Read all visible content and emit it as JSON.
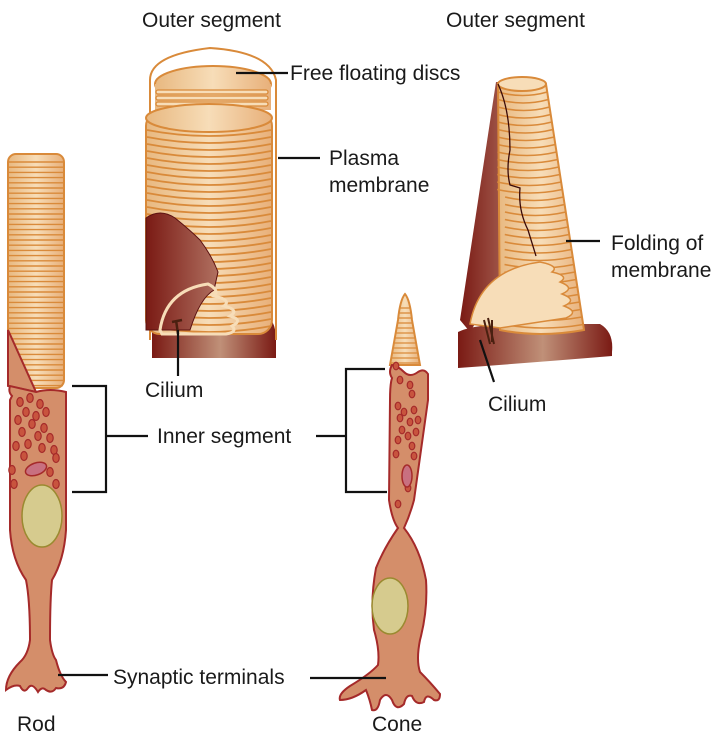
{
  "colors": {
    "disc_fill": "#F2CFA0",
    "disc_stroke": "#D98A3A",
    "cell_body": "#D48E6A",
    "cell_stroke": "#A52A2A",
    "dark_membrane": "#7A1A14",
    "mito": "#B53A30",
    "nucleus": "#D6CB8E",
    "nucleus_stroke": "#9A8A30",
    "organelle_pink": "#C87080"
  },
  "labels": {
    "outer_segment_rod": "Outer segment",
    "outer_segment_cone": "Outer segment",
    "free_floating_discs": "Free floating discs",
    "plasma_membrane_line1": "Plasma",
    "plasma_membrane_line2": "membrane",
    "folding_line1": "Folding of",
    "folding_line2": "membrane",
    "cilium_rod": "Cilium",
    "cilium_cone": "Cilium",
    "inner_segment": "Inner segment",
    "synaptic_terminals": "Synaptic terminals",
    "rod": "Rod",
    "cone": "Cone"
  }
}
